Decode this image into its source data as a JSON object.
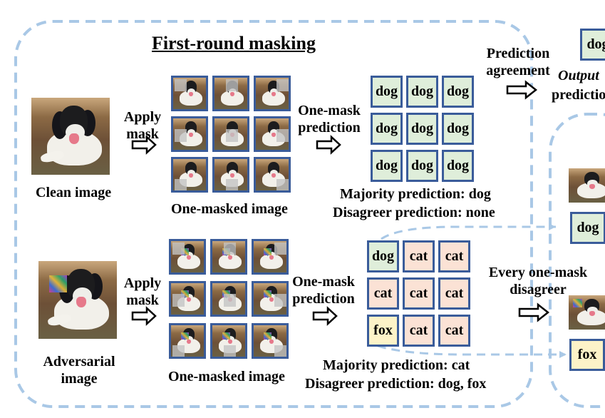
{
  "title": "First-round masking",
  "clean": {
    "image_caption": "Clean image",
    "apply_mask": [
      "Apply",
      "mask"
    ],
    "masked_caption": "One-masked image",
    "one_mask_prediction": [
      "One-mask",
      "prediction"
    ],
    "grid": [
      [
        "dog",
        "dog",
        "dog"
      ],
      [
        "dog",
        "dog",
        "dog"
      ],
      [
        "dog",
        "dog",
        "dog"
      ]
    ],
    "majority": "Majority prediction: dog",
    "disagreer": "Disagreer prediction: none"
  },
  "adversarial": {
    "image_caption": [
      "Adversarial",
      "image"
    ],
    "apply_mask": [
      "Apply",
      "mask"
    ],
    "masked_caption": "One-masked image",
    "one_mask_prediction": [
      "One-mask",
      "prediction"
    ],
    "grid": [
      [
        "dog",
        "cat",
        "cat"
      ],
      [
        "cat",
        "cat",
        "cat"
      ],
      [
        "fox",
        "cat",
        "cat"
      ]
    ],
    "majority": "Majority prediction: cat",
    "disagreer": "Disagreer prediction: dog, fox"
  },
  "right": {
    "prediction_agreement": [
      "Prediction",
      "agreement"
    ],
    "output_label": "Output",
    "prediction_word": "prediction",
    "output_value": "dog",
    "every_one_mask": [
      "Every one-mask",
      "disagreer"
    ],
    "second_round_dog": "dog",
    "second_round_fox": "fox"
  },
  "colors": {
    "dashed_border": "#a9c8e6",
    "cell_border": "#3a5c9a",
    "dog_fill": "#dfeeda",
    "cat_fill": "#fbe2d5",
    "fox_fill": "#fdf3c8"
  },
  "icons": [
    "hollow-right-arrow-icon"
  ]
}
